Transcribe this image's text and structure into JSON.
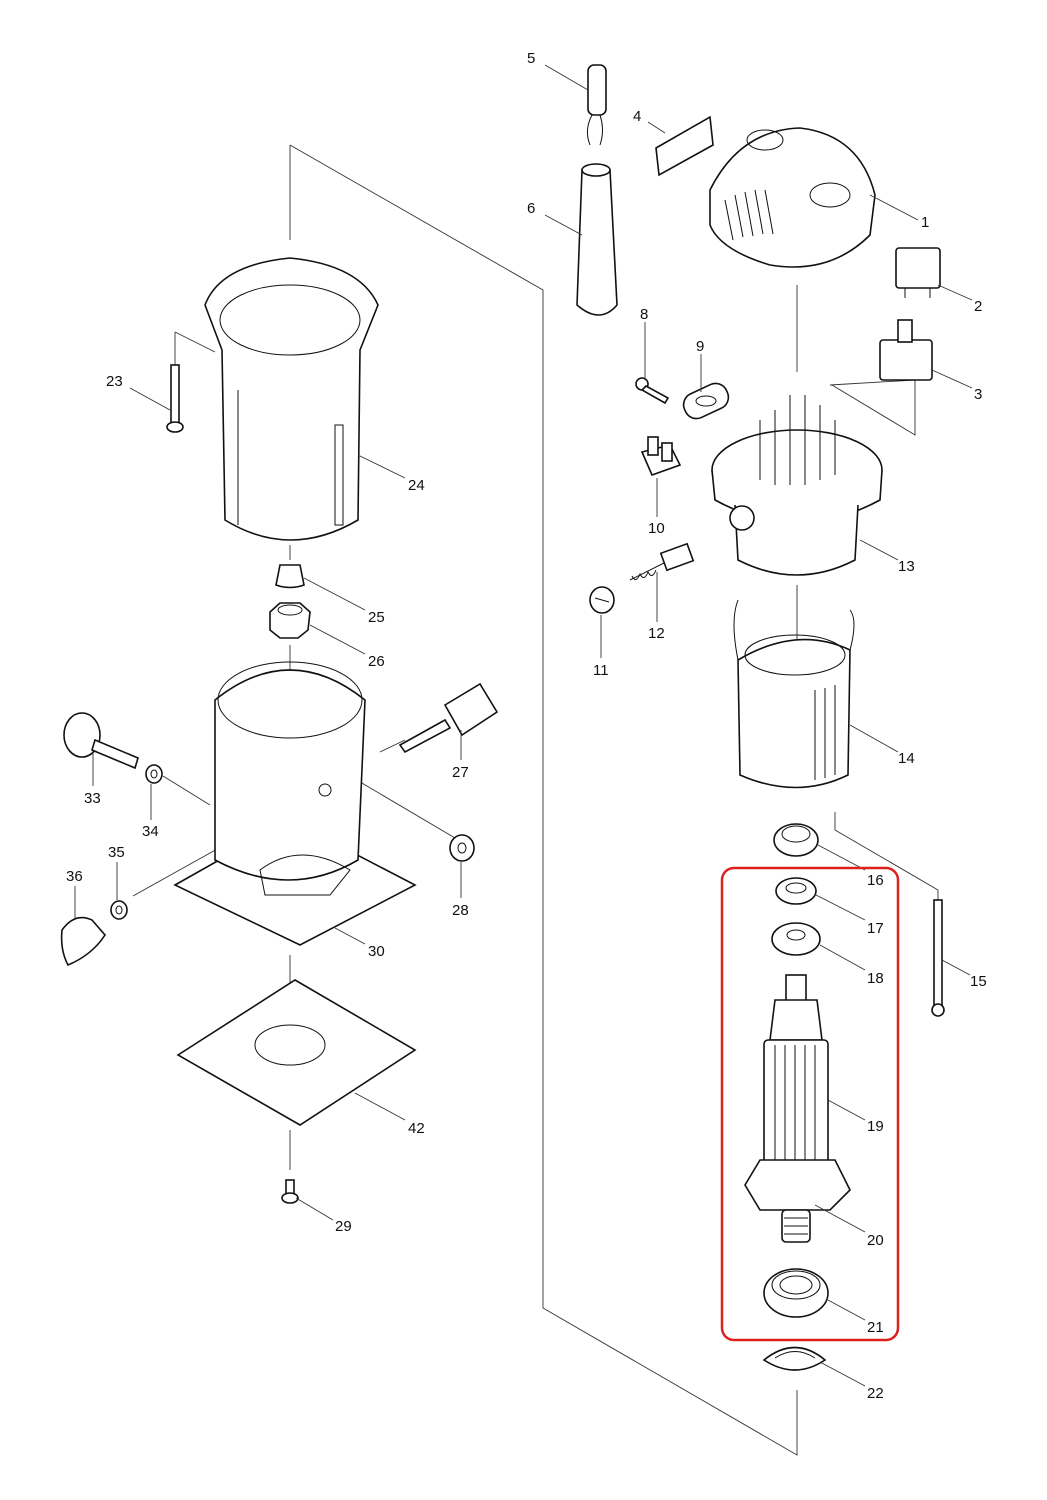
{
  "diagram": {
    "type": "exploded-parts-diagram",
    "highlight_color": "#e0201c",
    "highlighted_parts": [
      "17",
      "18",
      "19",
      "20",
      "21"
    ],
    "labels": {
      "p1": "1",
      "p2": "2",
      "p3": "3",
      "p4": "4",
      "p5": "5",
      "p6": "6",
      "p8": "8",
      "p9": "9",
      "p10": "10",
      "p11": "11",
      "p12": "12",
      "p13": "13",
      "p14": "14",
      "p15": "15",
      "p16": "16",
      "p17": "17",
      "p18": "18",
      "p19": "19",
      "p20": "20",
      "p21": "21",
      "p22": "22",
      "p23": "23",
      "p24": "24",
      "p25": "25",
      "p26": "26",
      "p27": "27",
      "p28": "28",
      "p29": "29",
      "p30": "30",
      "p33": "33",
      "p34": "34",
      "p35": "35",
      "p36": "36",
      "p42": "42"
    }
  }
}
